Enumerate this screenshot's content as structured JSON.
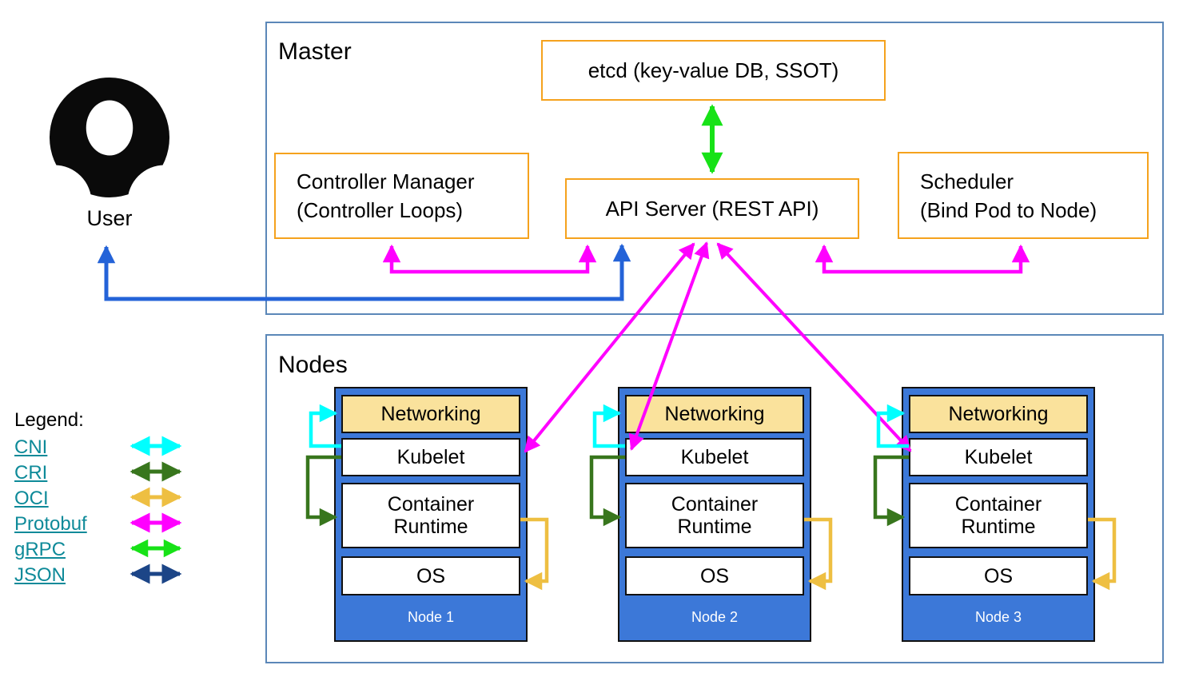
{
  "colors": {
    "frame-blue": "#5b87b8",
    "box-orange": "#f5a21d",
    "node-blue": "#3c78d8",
    "networking-tan": "#fae29c",
    "link-teal": "#0e8a99",
    "cni": "#00ffff",
    "cri": "#38761d",
    "oci": "#eebf42",
    "protobuf": "#ff00ff",
    "grpc": "#17e217",
    "json": "#1c4587",
    "user-blue": "#2463d8"
  },
  "user": {
    "label": "User"
  },
  "master": {
    "title": "Master",
    "etcd": "etcd (key-value DB, SSOT)",
    "controller_manager_line1": "Controller Manager",
    "controller_manager_line2": "(Controller Loops)",
    "api_server": "API Server (REST API)",
    "scheduler_line1": "Scheduler",
    "scheduler_line2": "(Bind Pod to Node)"
  },
  "nodes": {
    "title": "Nodes",
    "items": [
      {
        "label": "Node 1",
        "layers": {
          "networking": "Networking",
          "kubelet": "Kubelet",
          "runtime": "Container Runtime",
          "os": "OS"
        }
      },
      {
        "label": "Node 2",
        "layers": {
          "networking": "Networking",
          "kubelet": "Kubelet",
          "runtime": "Container Runtime",
          "os": "OS"
        }
      },
      {
        "label": "Node 3",
        "layers": {
          "networking": "Networking",
          "kubelet": "Kubelet",
          "runtime": "Container Runtime",
          "os": "OS"
        }
      }
    ]
  },
  "legend": {
    "title": "Legend:",
    "items": [
      {
        "label": "CNI"
      },
      {
        "label": "CRI"
      },
      {
        "label": "OCI"
      },
      {
        "label": "Protobuf"
      },
      {
        "label": "gRPC"
      },
      {
        "label": "JSON"
      }
    ]
  }
}
